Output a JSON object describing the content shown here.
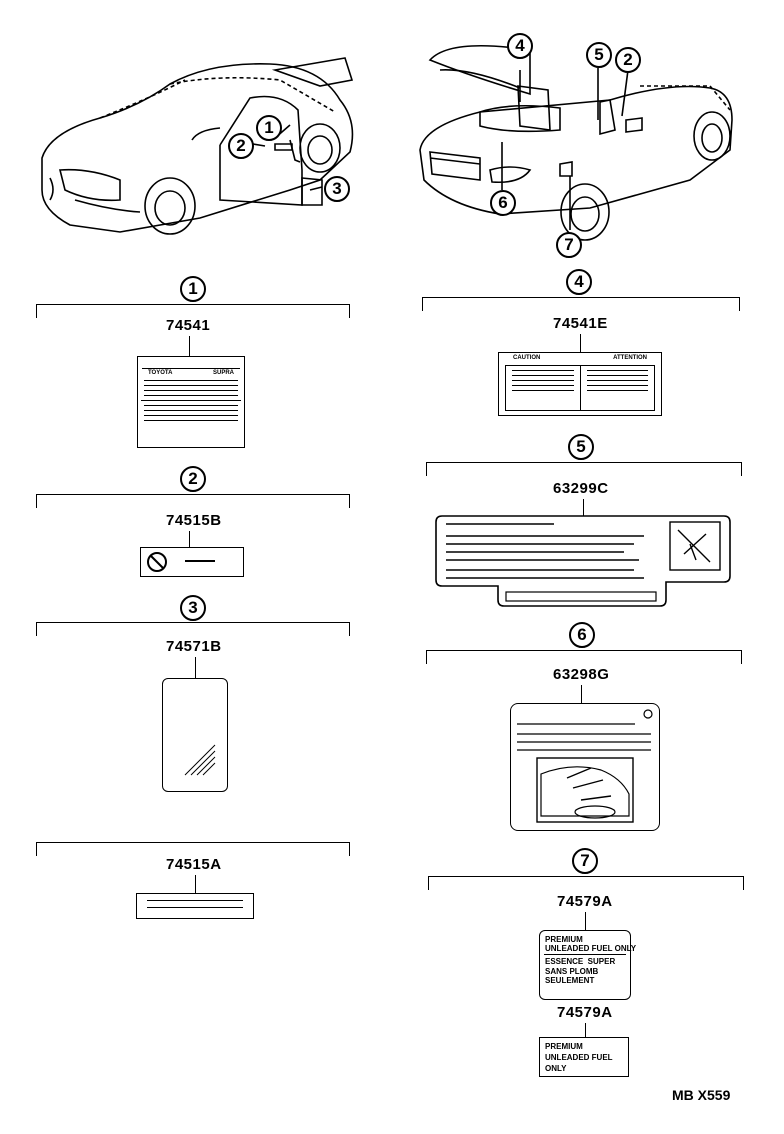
{
  "sections": [
    {
      "callout": "1",
      "part_number": "74541"
    },
    {
      "callout": "2",
      "part_number": "74515B"
    },
    {
      "callout": "3",
      "part_number": "74571B"
    },
    {
      "callout": "",
      "part_number": "74515A"
    },
    {
      "callout": "4",
      "part_number": "74541E"
    },
    {
      "callout": "5",
      "part_number": "63299C"
    },
    {
      "callout": "6",
      "part_number": "63298G"
    },
    {
      "callout": "7",
      "part_number": "74579A"
    },
    {
      "callout": "",
      "part_number": "74579A"
    }
  ],
  "car_left": {
    "callouts": [
      "1",
      "2",
      "3"
    ]
  },
  "car_right": {
    "callouts": [
      "4",
      "5",
      "2",
      "6",
      "7"
    ]
  },
  "label_74541": {
    "left_header": "TOYOTA",
    "right_header": "SUPRA"
  },
  "label_74541E": {
    "left_header": "CAUTION",
    "right_header": "ATTENTION"
  },
  "label_74579A_a": {
    "line1": "PREMIUM",
    "line2": "UNLEADED FUEL ONLY",
    "line3": "ESSENCE  SUPER",
    "line4": "SANS PLOMB",
    "line5": "SEULEMENT"
  },
  "label_74579A_b": {
    "line1": "PREMIUM",
    "line2": "UNLEADED FUEL",
    "line3": "ONLY"
  },
  "footer": {
    "code": "MB X559"
  }
}
